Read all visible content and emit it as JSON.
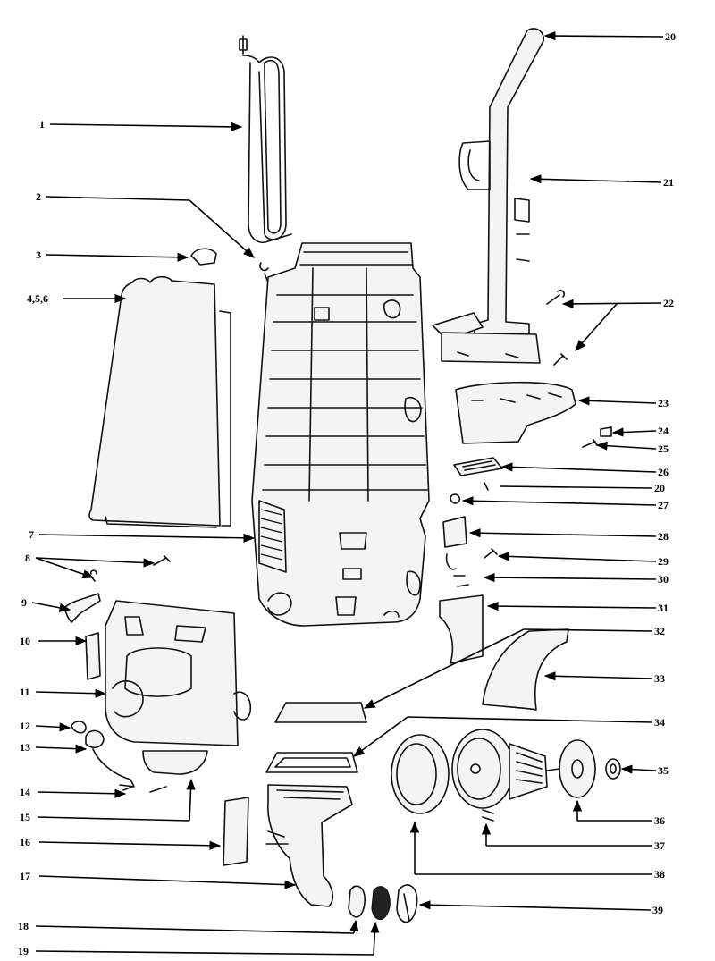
{
  "callouts": {
    "c1": "1",
    "c2": "2",
    "c3": "3",
    "c4": "4,5,6",
    "c7": "7",
    "c8": "8",
    "c9": "9",
    "c10": "10",
    "c11": "11",
    "c12": "12",
    "c13": "13",
    "c14": "14",
    "c15": "15",
    "c16": "16",
    "c17": "17",
    "c18": "18",
    "c19": "19",
    "c20": "20",
    "c21": "21",
    "c22": "22",
    "c23": "23",
    "c24": "24",
    "c25": "25",
    "c26": "26",
    "c20b": "20",
    "c27": "27",
    "c28": "28",
    "c29": "29",
    "c30": "30",
    "c31": "31",
    "c32": "32",
    "c33": "33",
    "c34": "34",
    "c35": "35",
    "c36": "36",
    "c37": "37",
    "c38": "38",
    "c39": "39"
  }
}
